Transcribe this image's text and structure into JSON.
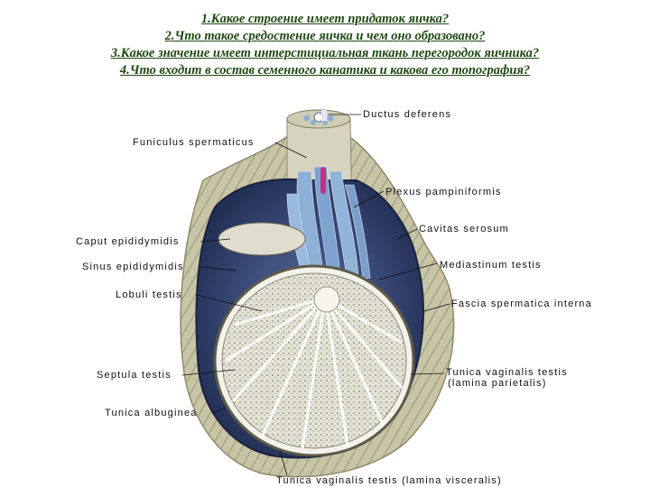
{
  "questions": [
    "1.Какое строение имеет придаток яичка?",
    "2.Что такое средостение яичка и чем оно образовано?",
    "3.Какое значение имеет интерстициальная ткань перегородок яичника?",
    "4.Что входит в состав семенного канатика и какова его топография?"
  ],
  "labels": {
    "ductus_deferens": "Ductus deferens",
    "funiculus": "Funiculus spermaticus",
    "plexus": "Plexus pampiniformis",
    "cavitas": "Cavitas serosum",
    "caput": "Caput epididymidis",
    "mediastinum": "Mediastinum testis",
    "sinus": "Sinus epididymidis",
    "lobuli": "Lobuli testis",
    "fascia": "Fascia spermatica interna",
    "septula": "Septula testis",
    "tvt_parietalis_1": "Tunica vaginalis testis",
    "tvt_parietalis_2": "(lamina parietalis)",
    "albuginea": "Tunica albuginea",
    "tvt_visceralis": "Tunica vaginalis testis (lamina visceralis)"
  },
  "colors": {
    "question_text": "#1f4a12",
    "outer_tissue": "#c9c7a9",
    "serous_cavity": "#2f3f6e",
    "testis_parenchyma": "#e8e6dc",
    "plexus_veins": "#8fb0d6",
    "ductus_highlight": "#c0308a"
  }
}
